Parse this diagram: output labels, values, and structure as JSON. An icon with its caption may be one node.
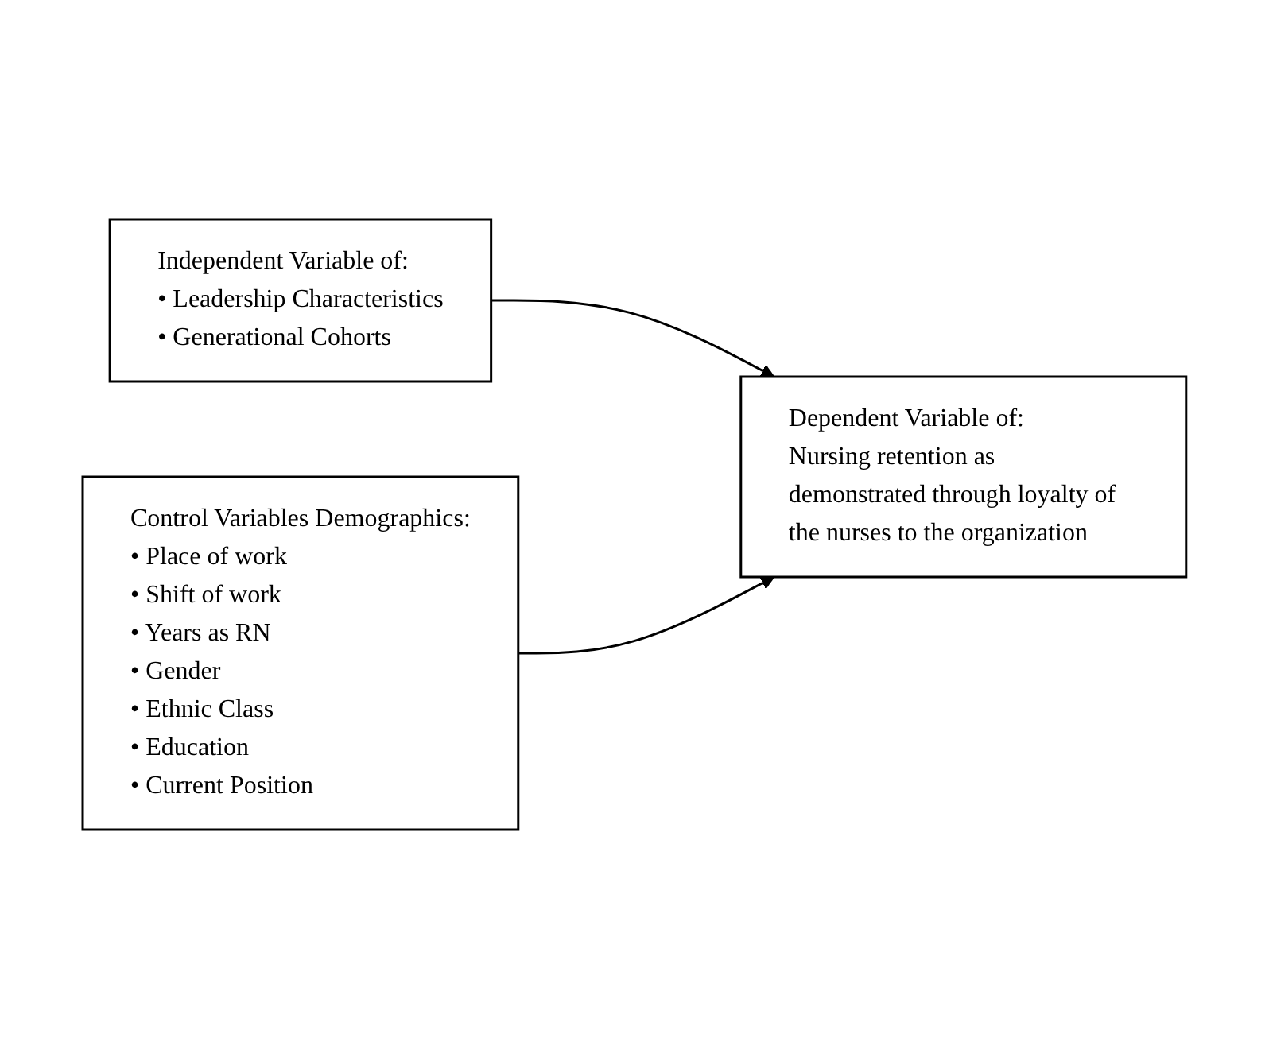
{
  "diagram": {
    "nodes": [
      {
        "text": [
          "Independent Variable of:",
          "• Leadership Characteristics",
          "• Generational Cohorts"
        ]
      },
      {
        "text": [
          "Dependent Variable of:",
          "Nursing retention as demonstrated through loyalty of the nurses to the organization"
        ]
      },
      {
        "text": [
          "Control Variables Demographics:",
          "• Place of work",
          "• Shift of work",
          "• Years as RN",
          "• Gender",
          "• Ethnic Class",
          "• Education",
          "• Current Position"
        ]
      }
    ],
    "edges": [
      {
        "from": 0,
        "to": 1,
        "arrow": "to"
      },
      {
        "from": 2,
        "to": 1,
        "arrow": "to"
      }
    ]
  }
}
